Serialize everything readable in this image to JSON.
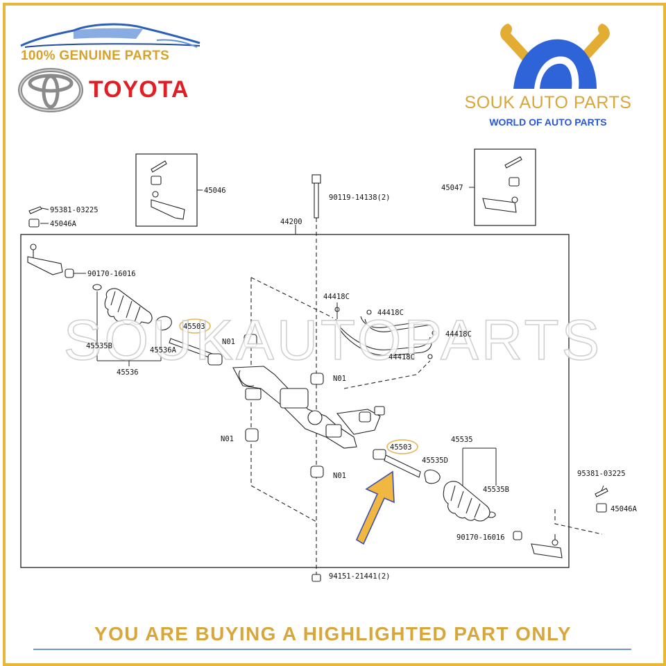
{
  "brand": {
    "genuine_text": "100% GENUINE PARTS",
    "toyota_text": "TOYOTA",
    "store_name": "SOUK AUTO PARTS",
    "store_tagline": "WORLD OF AUTO PARTS",
    "watermark": "SOUKAUTOPARTS"
  },
  "notice": "YOU ARE BUYING A HIGHLIGHTED PART ONLY",
  "colors": {
    "gold": "#d9a63a",
    "toyota_red": "#e01e24",
    "blue": "#2a56d6",
    "arrow": "#f0b840"
  },
  "diagram": {
    "labels": {
      "l45046": "45046",
      "l45047": "45047",
      "l95381_left": "95381-03225",
      "l45046A_left": "45046A",
      "l44200": "44200",
      "l90119": "90119-14138(2)",
      "l90170_left": "90170-16016",
      "l45503_left": "45503",
      "l45536A": "45536A",
      "l45535B_left": "45535B",
      "l45536": "45536",
      "lN01_a": "N01",
      "lN01_b": "N01",
      "lN01_c": "N01",
      "lN01_d": "N01",
      "l44418C_a": "44418C",
      "l44418C_b": "44418C",
      "l44418C_c": "44418C",
      "l44418C_d": "44418C",
      "l45503_right": "45503",
      "l45535": "45535",
      "l45535D": "45535D",
      "l45535B_right": "45535B",
      "l95381_right": "95381-03225",
      "l45046A_right": "45046A",
      "l90170_right": "90170-16016",
      "l94151": "94151-21441(2)"
    }
  }
}
